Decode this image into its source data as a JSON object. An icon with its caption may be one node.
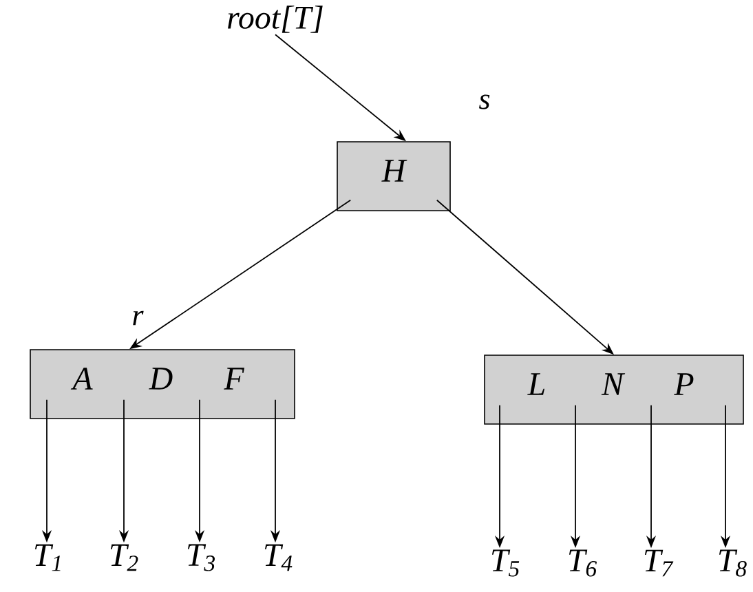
{
  "diagram": {
    "nodes": [
      {
        "text": [
          "root[T]"
        ]
      },
      {
        "text": [
          "H"
        ],
        "beside": [
          "s"
        ]
      },
      {
        "text": [
          "A",
          "D",
          "F"
        ],
        "beside": [
          "r"
        ]
      },
      {
        "text": [
          "L",
          "N",
          "P"
        ]
      },
      {
        "text": [
          "T$_{1}$"
        ]
      },
      {
        "text": [
          "T$_{2}$"
        ]
      },
      {
        "text": [
          "T$_{3}$"
        ]
      },
      {
        "text": [
          "T$_{4}$"
        ]
      },
      {
        "text": [
          "T$_{5}$"
        ]
      },
      {
        "text": [
          "T$_{6}$"
        ]
      },
      {
        "text": [
          "T$_{7}$"
        ]
      },
      {
        "text": [
          "T$_{8}$"
        ]
      }
    ],
    "edges": [
      {
        "from": 0,
        "to": 1,
        "arrow": "to"
      },
      {
        "from": 1,
        "to": 2,
        "arrow": "to"
      },
      {
        "from": 1,
        "to": 3,
        "arrow": "to"
      },
      {
        "from": 2,
        "to": 4,
        "arrow": "to"
      },
      {
        "from": 2,
        "to": 5,
        "arrow": "to"
      },
      {
        "from": 2,
        "to": 6,
        "arrow": "to"
      },
      {
        "from": 2,
        "to": 7,
        "arrow": "to"
      },
      {
        "from": 3,
        "to": 8,
        "arrow": "to"
      },
      {
        "from": 3,
        "to": 9,
        "arrow": "to"
      },
      {
        "from": 3,
        "to": 10,
        "arrow": "to"
      },
      {
        "from": 3,
        "to": 11,
        "arrow": "to"
      }
    ]
  }
}
